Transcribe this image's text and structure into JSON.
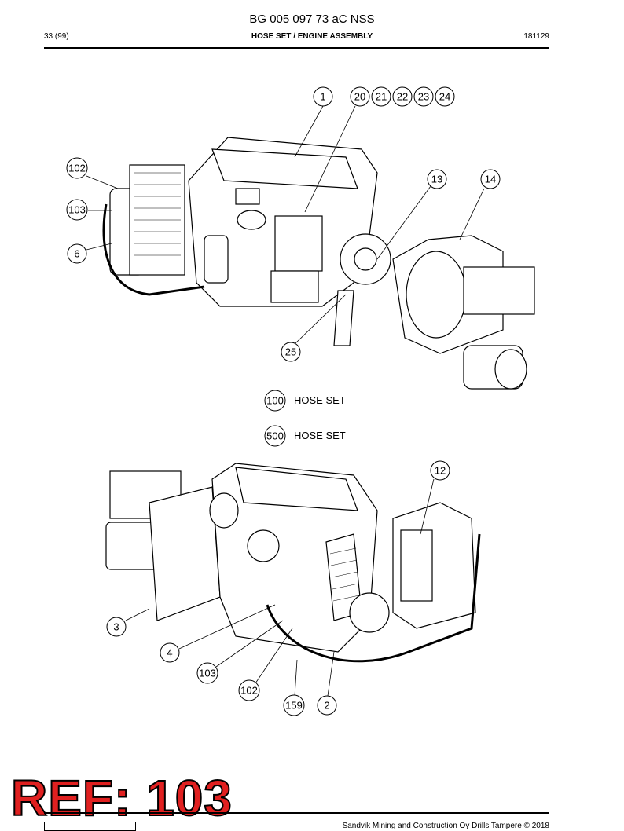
{
  "header": {
    "doc_title": "BG 005 097 73 aC NSS",
    "page": "33 (99)",
    "section": "HOSE SET / ENGINE ASSEMBLY",
    "date_code": "181129"
  },
  "callouts": {
    "c1": "1",
    "c20": "20",
    "c21": "21",
    "c22": "22",
    "c23": "23",
    "c24": "24",
    "c102a": "102",
    "c103a": "103",
    "c6": "6",
    "c13": "13",
    "c14": "14",
    "c25": "25",
    "c100": "100",
    "c500": "500",
    "c12": "12",
    "c3": "3",
    "c4": "4",
    "c103b": "103",
    "c102b": "102",
    "c159": "159",
    "c2": "2"
  },
  "hose_sets": [
    {
      "number": "100",
      "label": "HOSE SET"
    },
    {
      "number": "500",
      "label": "HOSE SET"
    }
  ],
  "reference_stamp": "REF: 103",
  "footer": {
    "copyright": "Sandvik Mining and Construction Oy Drills Tampere © 2018"
  }
}
